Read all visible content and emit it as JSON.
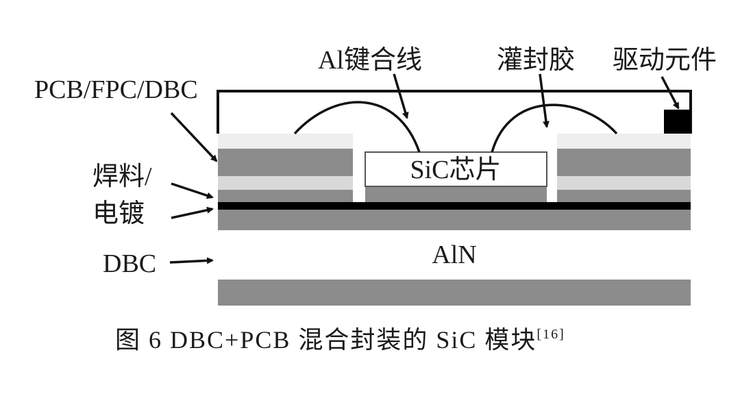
{
  "labels": {
    "al_wire": "Al键合线",
    "encapsulant": "灌封胶",
    "driver": "驱动元件",
    "pcb": "PCB/FPC/DBC",
    "solder_line1": "焊料/",
    "solder_line2": "电镀",
    "dbc": "DBC",
    "chip": "SiC芯片",
    "aln": "AlN"
  },
  "caption": {
    "text": "图 6  DBC+PCB 混合封装的 SiC 模块",
    "ref": "[16]"
  },
  "colors": {
    "dark_gray": "#8c8c8c",
    "light_gray": "#d9d9d9",
    "very_light": "#eeeeee",
    "black": "#000000",
    "white": "#ffffff",
    "text": "#1a1a1a"
  }
}
